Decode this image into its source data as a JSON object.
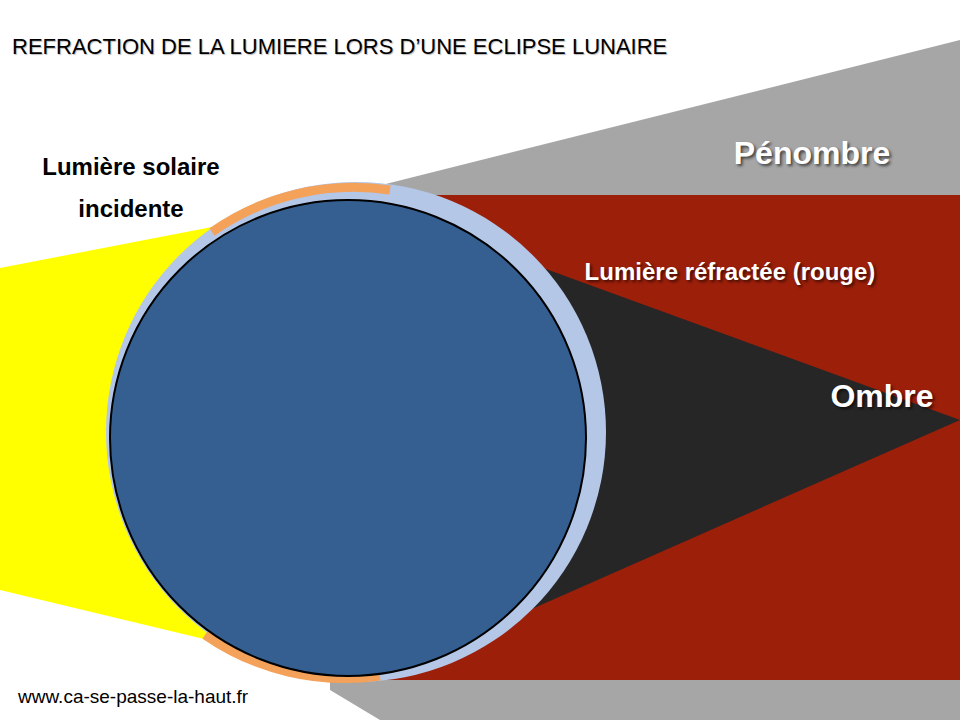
{
  "diagram": {
    "title": "REFRACTION DE LA LUMIERE LORS D’UNE ECLIPSE LUNAIRE",
    "nodes": [
      {
        "text": [
          "Pénombre"
        ]
      },
      {
        "text": [
          "Lumière réfractée (rouge)"
        ]
      },
      {
        "text": [
          "Ombre"
        ]
      }
    ],
    "labels": [
      "Lumière solaire incidente",
      "www.ca-se-passe-la-haut.fr"
    ]
  }
}
